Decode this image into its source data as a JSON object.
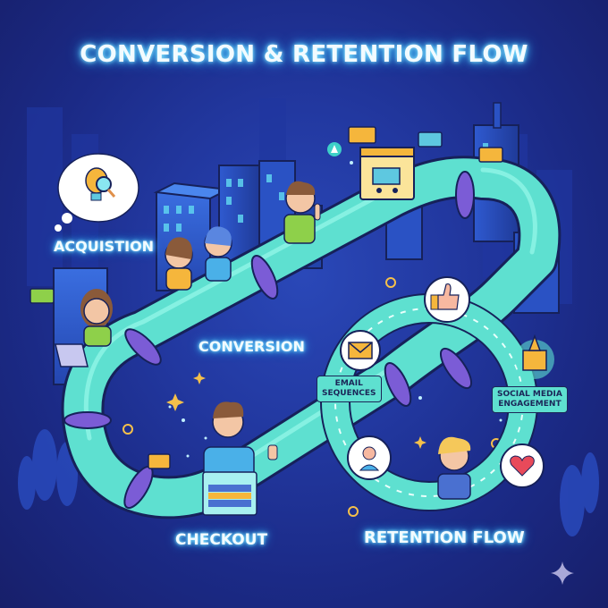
{
  "title": "CONVERSION & RETENTION FLOW",
  "stages": {
    "acquisition": "ACQUISTION",
    "conversion": "CONVERSION",
    "checkout": "CHECKOUT",
    "retention_flow": "RETENTION FLOW"
  },
  "retention_tags": {
    "email": [
      "EMAIL",
      "SEQUENCES"
    ],
    "social": [
      "SOCIAL MEDIA",
      "ENGAGEMENT"
    ]
  },
  "icons": [
    "lightbulb-magnifier-icon",
    "shopping-cart-icon",
    "chat-bubble-icon",
    "notification-bell-icon",
    "thumbs-up-icon",
    "envelope-icon",
    "castle-icon",
    "headset-user-icon",
    "heart-icon",
    "sparkle-icon"
  ],
  "colors": {
    "background": "#1b2a86",
    "pipe": "#5ee0d0",
    "pipe_ring": "#7b5cd6",
    "glow": "#4fd0ff",
    "accent_yellow": "#f5b63c"
  }
}
